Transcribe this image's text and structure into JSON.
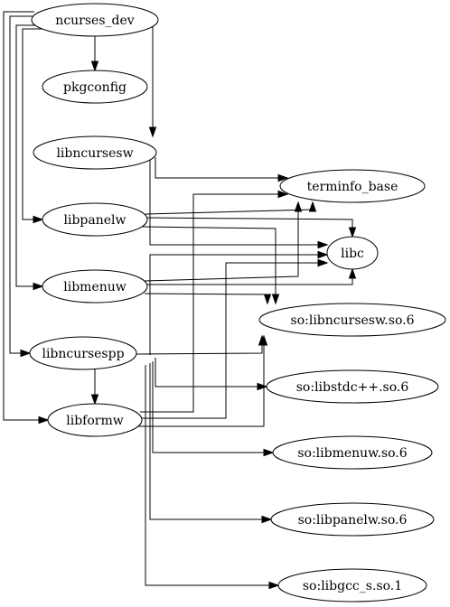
{
  "graph": {
    "nodes": [
      {
        "id": "ncurses_dev",
        "label": "ncurses_dev"
      },
      {
        "id": "pkgconfig",
        "label": "pkgconfig"
      },
      {
        "id": "libncursesw",
        "label": "libncursesw"
      },
      {
        "id": "terminfo_base",
        "label": "terminfo_base"
      },
      {
        "id": "libpanelw",
        "label": "libpanelw"
      },
      {
        "id": "libc",
        "label": "libc"
      },
      {
        "id": "libmenuw",
        "label": "libmenuw"
      },
      {
        "id": "so_libncursesw",
        "label": "so:libncursesw.so.6"
      },
      {
        "id": "libncursespp",
        "label": "libncursespp"
      },
      {
        "id": "so_libstdc",
        "label": "so:libstdc++.so.6"
      },
      {
        "id": "libformw",
        "label": "libformw"
      },
      {
        "id": "so_libmenuw",
        "label": "so:libmenuw.so.6"
      },
      {
        "id": "so_libpanelw",
        "label": "so:libpanelw.so.6"
      },
      {
        "id": "so_libgcc",
        "label": "so:libgcc_s.so.1"
      }
    ],
    "edges": [
      {
        "from": "ncurses_dev",
        "to": "pkgconfig"
      },
      {
        "from": "ncurses_dev",
        "to": "libncursesw"
      },
      {
        "from": "ncurses_dev",
        "to": "libpanelw"
      },
      {
        "from": "ncurses_dev",
        "to": "libmenuw"
      },
      {
        "from": "ncurses_dev",
        "to": "libncursespp"
      },
      {
        "from": "ncurses_dev",
        "to": "libformw"
      },
      {
        "from": "libncursesw",
        "to": "terminfo_base"
      },
      {
        "from": "libncursesw",
        "to": "libc"
      },
      {
        "from": "libpanelw",
        "to": "terminfo_base"
      },
      {
        "from": "libpanelw",
        "to": "libc"
      },
      {
        "from": "libpanelw",
        "to": "so_libncursesw"
      },
      {
        "from": "libmenuw",
        "to": "terminfo_base"
      },
      {
        "from": "libmenuw",
        "to": "libc"
      },
      {
        "from": "libmenuw",
        "to": "so_libncursesw"
      },
      {
        "from": "libncursespp",
        "to": "libformw"
      },
      {
        "from": "libncursespp",
        "to": "libc"
      },
      {
        "from": "libncursespp",
        "to": "so_libncursesw"
      },
      {
        "from": "libncursespp",
        "to": "so_libstdc"
      },
      {
        "from": "libncursespp",
        "to": "so_libmenuw"
      },
      {
        "from": "libncursespp",
        "to": "so_libpanelw"
      },
      {
        "from": "libncursespp",
        "to": "so_libgcc"
      },
      {
        "from": "libformw",
        "to": "terminfo_base"
      },
      {
        "from": "libformw",
        "to": "libc"
      },
      {
        "from": "libformw",
        "to": "so_libncursesw"
      }
    ]
  }
}
